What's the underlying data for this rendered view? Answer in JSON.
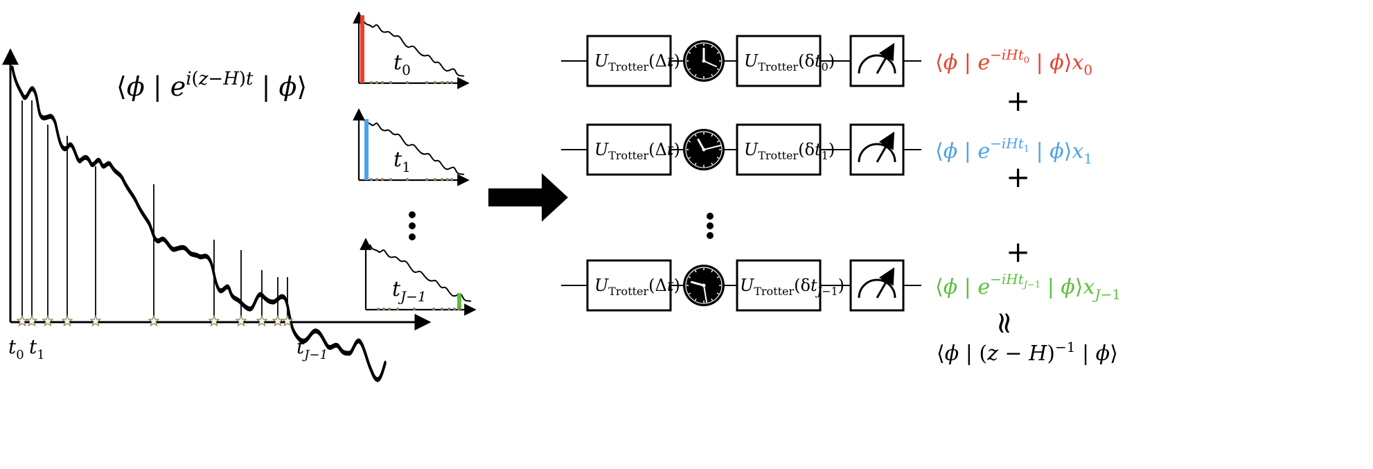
{
  "colors": {
    "ink": "#000000",
    "red": "#e8412c",
    "blue": "#4aa3e8",
    "green": "#5cbf3a",
    "star": "#8a8060"
  },
  "main_plot": {
    "label": "⟨ϕ | e^{i(z−H)t} | ϕ⟩",
    "t_first": "t_0",
    "t_second": "t_1",
    "t_last": "t_{J−1}"
  },
  "thumbnails": [
    {
      "label": "t_0",
      "color": "red"
    },
    {
      "label": "t_1",
      "color": "blue"
    },
    {
      "label": "t_{J−1}",
      "color": "green"
    }
  ],
  "circuit": {
    "rows": [
      {
        "gate_a": "U_Trotter(Δt)",
        "gate_b": "U_Trotter(δt_0)",
        "output": "⟨ϕ | e^{−iHt_0} | ϕ⟩x_0",
        "color": "red"
      },
      {
        "gate_a": "U_Trotter(Δt)",
        "gate_b": "U_Trotter(δt_1)",
        "output": "⟨ϕ | e^{−iHt_1} | ϕ⟩x_1",
        "color": "blue"
      },
      {
        "gate_a": "U_Trotter(Δt)",
        "gate_b": "U_Trotter(δt_{J−1})",
        "output": "⟨ϕ | e^{−iHt_{J−1}} | ϕ⟩x_{J−1}",
        "color": "green"
      }
    ],
    "plus": "+",
    "approx": "≈",
    "result": "⟨ϕ | (z − H)^{−1} | ϕ⟩"
  }
}
